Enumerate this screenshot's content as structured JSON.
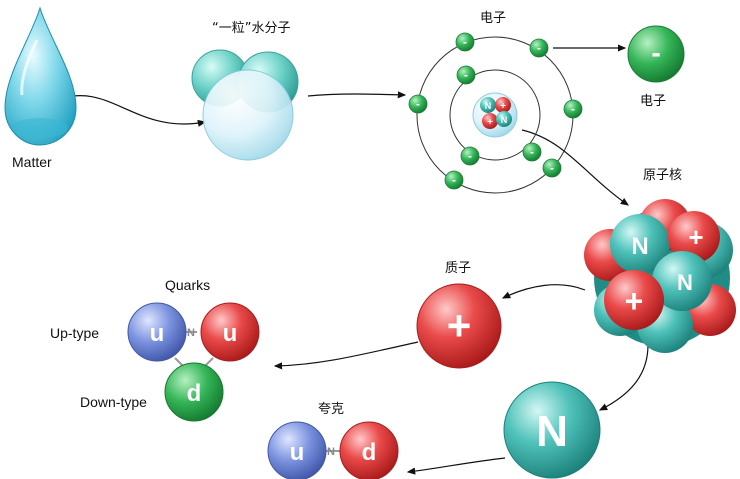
{
  "labels": {
    "matter": "Matter",
    "water_molecule": "“一粒”水分子",
    "electron_top": "电子",
    "electron_single": "电子",
    "nucleus": "原子核",
    "proton": "质子",
    "quarks": "Quarks",
    "up_type": "Up-type",
    "down_type": "Down-type",
    "quark_cn": "夸克"
  },
  "symbols": {
    "electron": "-",
    "proton": "+",
    "neutron": "N",
    "up_quark": "u",
    "down_quark": "d",
    "gluon_link": "N"
  },
  "colors": {
    "water": "#39b7d4",
    "electron": "#2fa84f",
    "proton": "#e23b3b",
    "neutron": "#3bb3ad",
    "up_quark": "#6f86d4",
    "down_quark": "#27a04a",
    "quark_red": "#e04545"
  }
}
